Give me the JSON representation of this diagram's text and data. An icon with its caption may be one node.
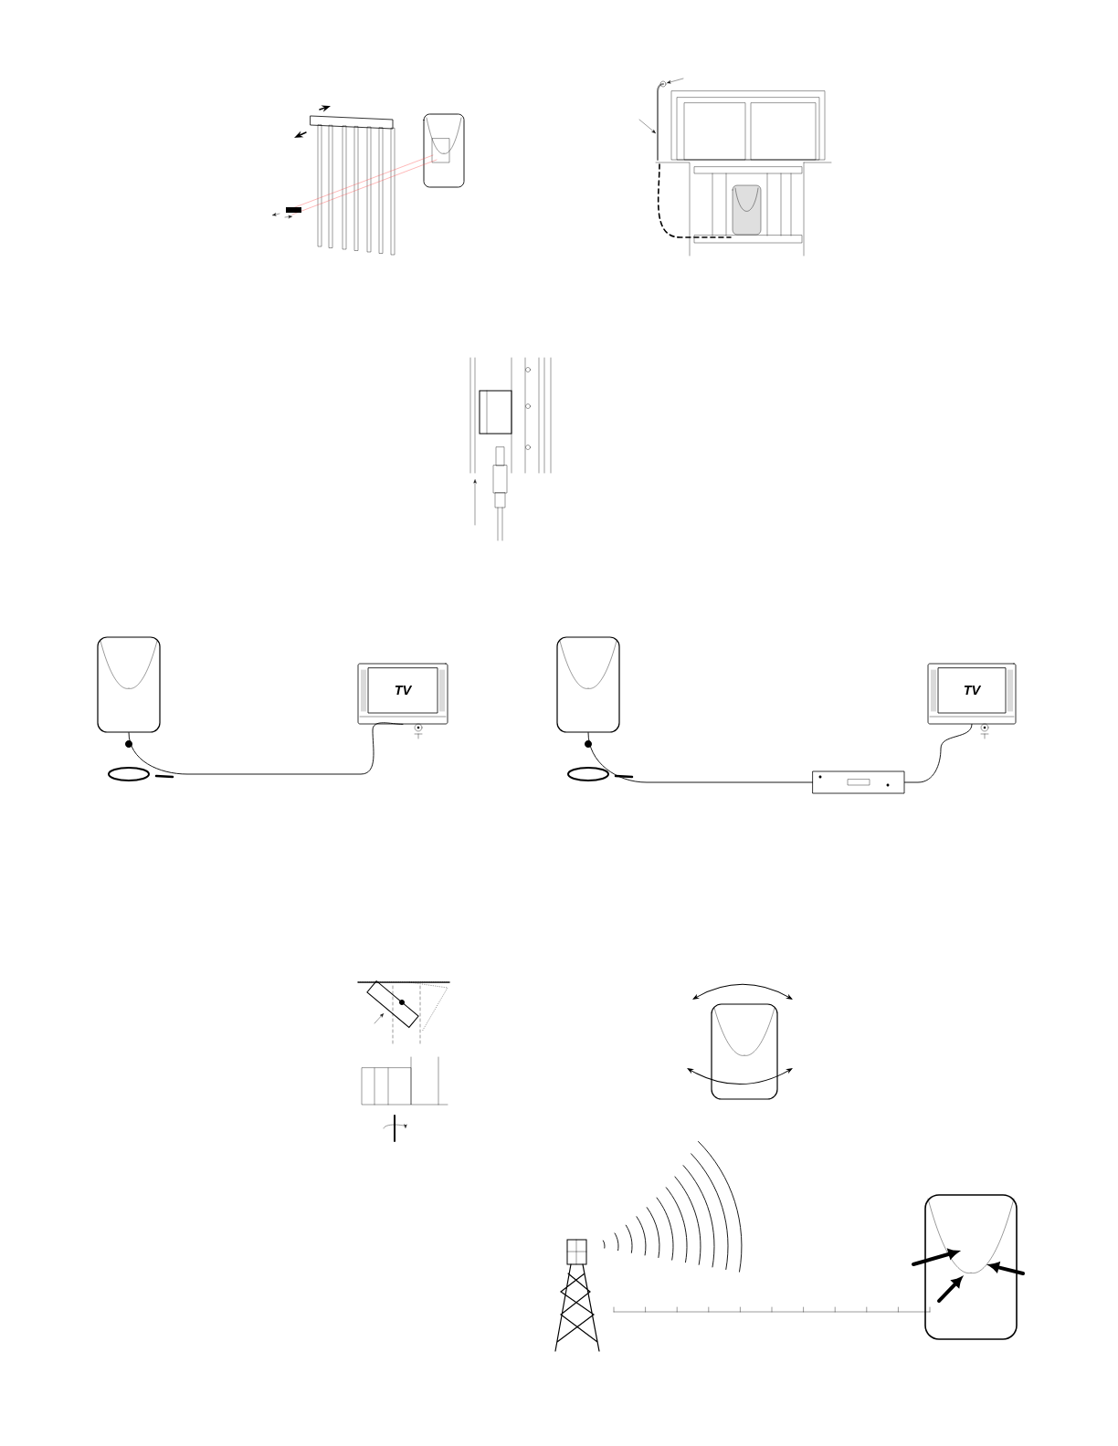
{
  "diagram": {
    "nodes": [
      {
        "text": [],
        "shape": "box"
      },
      {
        "text": [
          "TV"
        ]
      },
      {
        "text": [],
        "shape": "box"
      },
      {
        "text": [],
        "shape": "box"
      },
      {
        "text": [
          "TV"
        ]
      }
    ],
    "edges": [
      {
        "from": 0,
        "to": 1,
        "arrow": "none"
      },
      {
        "from": 2,
        "to": 3,
        "arrow": "none"
      },
      {
        "from": 3,
        "to": 4,
        "arrow": "none"
      }
    ]
  }
}
